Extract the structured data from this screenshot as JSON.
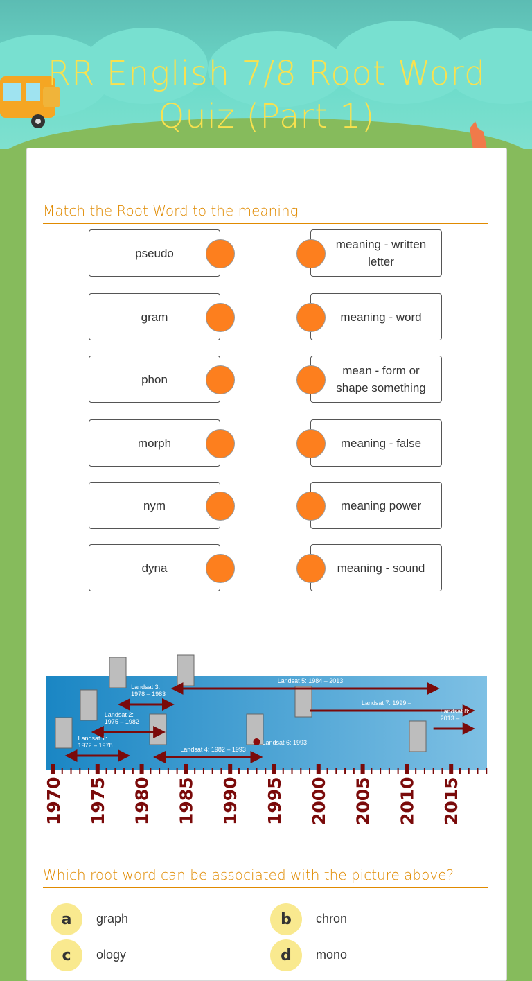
{
  "title": "RR English 7/8 Root Word Quiz (Part 1)",
  "colors": {
    "accent": "#e08a00",
    "title": "#f9e14f",
    "dot": "#fd7f1e",
    "option_circle": "#f9e98f",
    "timeline": "#7a0a0a"
  },
  "section1": {
    "heading": "Match the Root Word to the meaning",
    "left": [
      "pseudo",
      "gram",
      "phon",
      "morph",
      "nym",
      "dyna"
    ],
    "right": [
      "meaning - written letter",
      "meaning - word",
      "mean - form or shape something",
      "meaning - false",
      "meaning power",
      "meaning - sound"
    ]
  },
  "picture": {
    "years": [
      "1970",
      "1975",
      "1980",
      "1985",
      "1990",
      "1995",
      "2000",
      "2005",
      "2010",
      "2015"
    ],
    "labels": [
      {
        "text1": "Landsat 1:",
        "text2": "1972 – 1978",
        "from": 1972,
        "to": 1978
      },
      {
        "text1": "Landsat 2:",
        "text2": "1975 – 1982",
        "from": 1975,
        "to": 1982
      },
      {
        "text1": "Landsat 3:",
        "text2": "1978 – 1983",
        "from": 1978,
        "to": 1983
      },
      {
        "text1": "Landsat 4: 1982 – 1993",
        "text2": "",
        "from": 1982,
        "to": 1993
      },
      {
        "text1": "Landsat 5: 1984 – 2013",
        "text2": "",
        "from": 1984,
        "to": 2013
      },
      {
        "text1": "Landsat 6: 1993",
        "text2": "",
        "from": 1993,
        "to": 1993
      },
      {
        "text1": "Landsat 7: 1999 –",
        "text2": "",
        "from": 1999,
        "to": 2017
      },
      {
        "text1": "Landsat 8:",
        "text2": "2013 –",
        "from": 2013,
        "to": 2017
      }
    ]
  },
  "section2": {
    "heading": "Which root word can be associated with the picture above?",
    "options": [
      {
        "letter": "a",
        "text": "graph"
      },
      {
        "letter": "b",
        "text": "chron"
      },
      {
        "letter": "c",
        "text": "ology"
      },
      {
        "letter": "d",
        "text": "mono"
      }
    ]
  }
}
